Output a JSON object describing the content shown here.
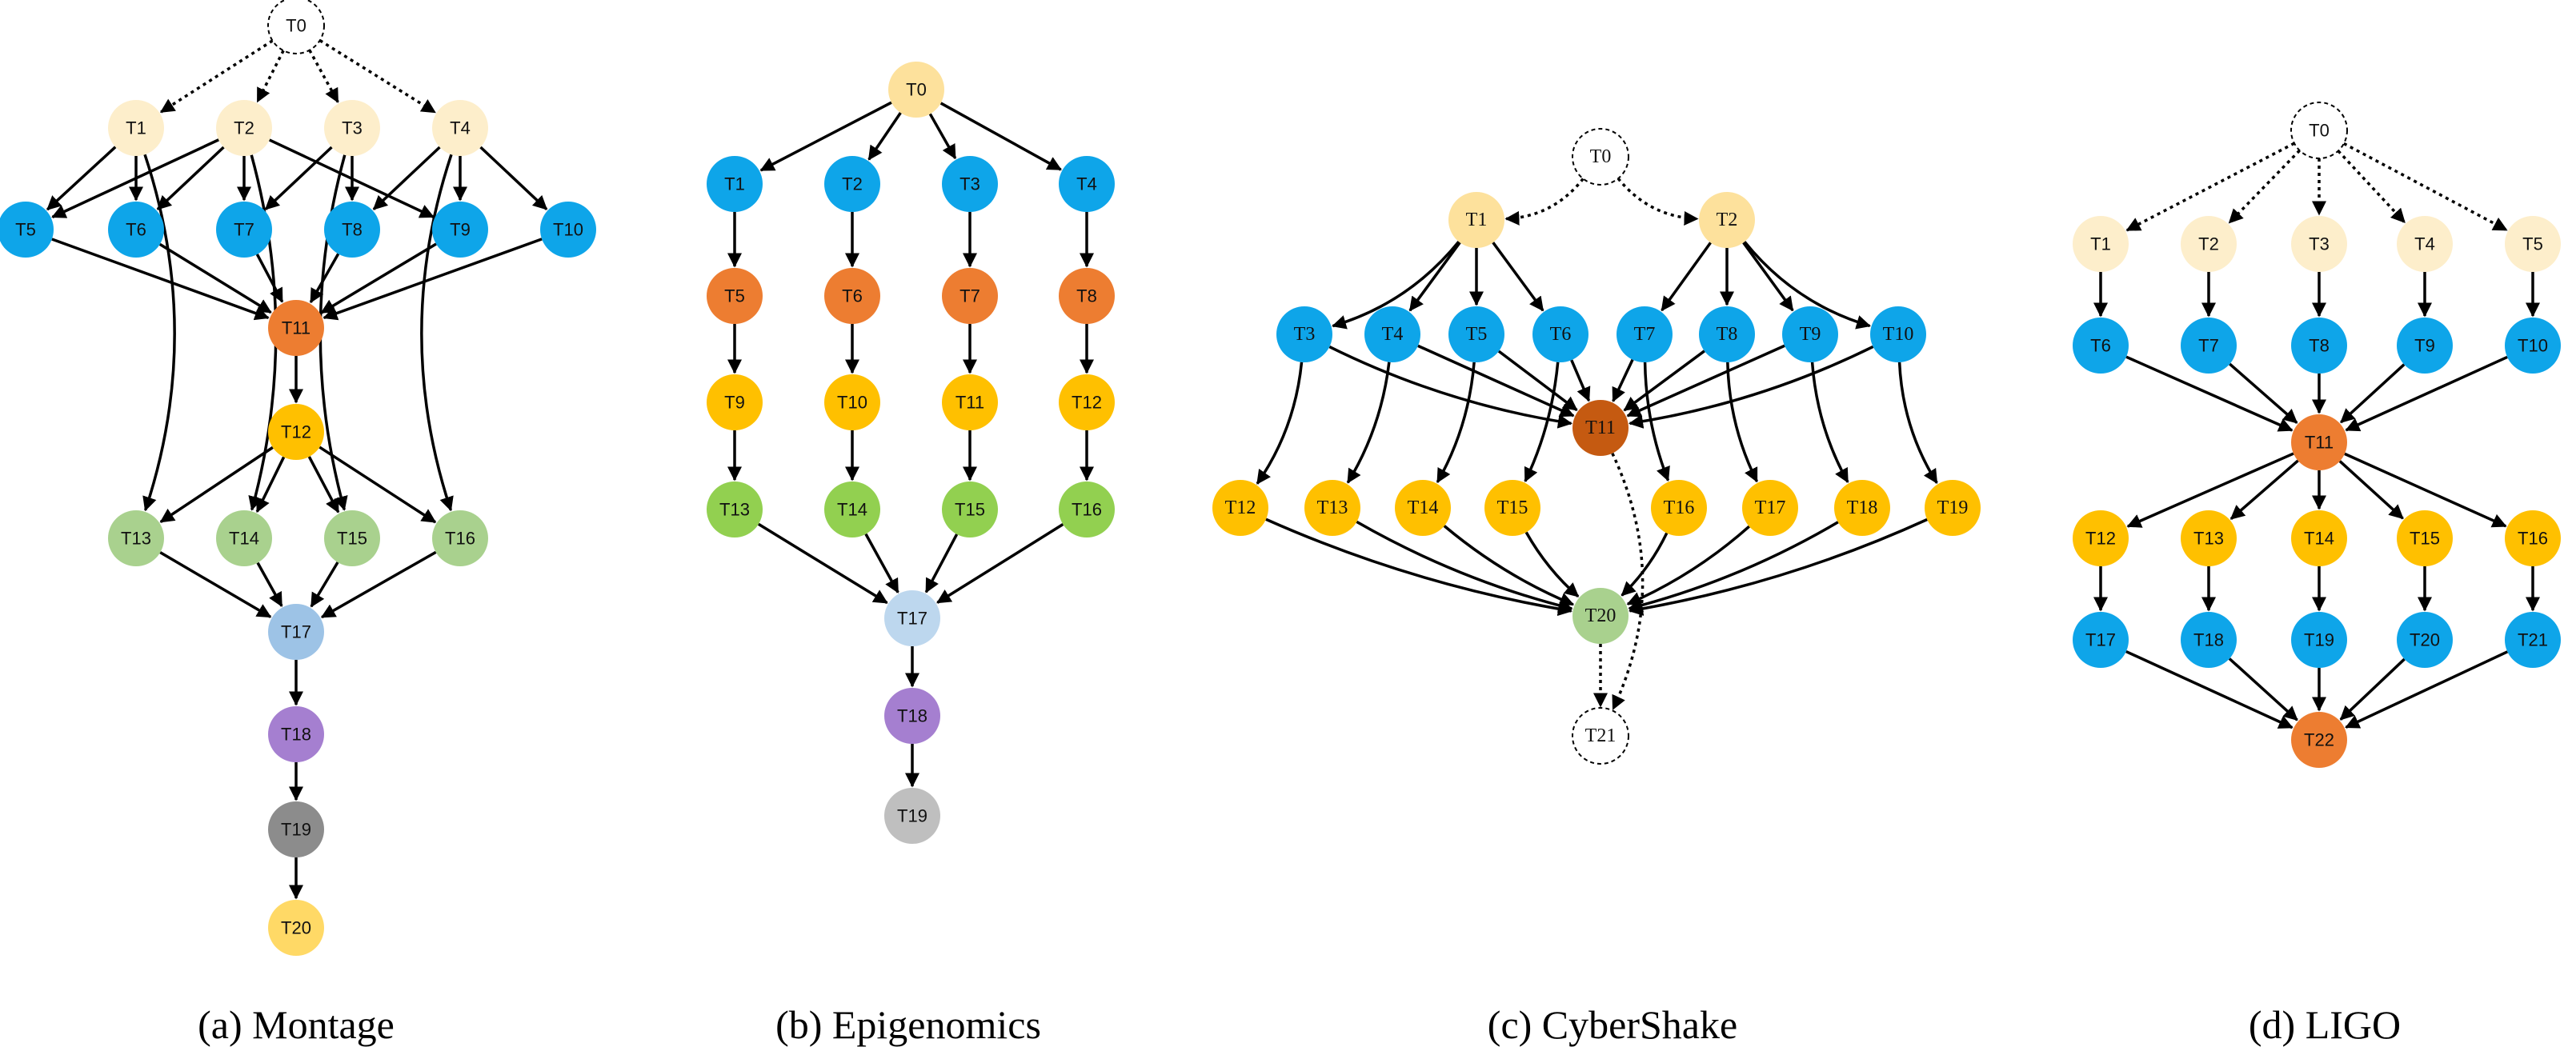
{
  "colors": {
    "pale_yellow": "#fdeecb",
    "light_yellow": "#fde19c",
    "blue": "#0ea5e9",
    "orange": "#ed7d31",
    "dark_orange": "#c55a11",
    "gold": "#ffc000",
    "green": "#92d050",
    "light_green": "#a9d18e",
    "steel_blue": "#9dc3e6",
    "light_blue": "#bdd7ee",
    "purple": "#a57fd0",
    "gray": "#8c8c8c",
    "light_gray": "#bfbfbf",
    "pale_gold": "#ffd966",
    "white": "#ffffff",
    "edge": "#000000"
  },
  "diagrams": [
    {
      "id": "montage",
      "caption": "(a) Montage",
      "label_font": "sans",
      "nodes": [
        {
          "id": "T0",
          "label": "T0",
          "color": "white",
          "dashed": true
        },
        {
          "id": "T1",
          "label": "T1",
          "color": "pale_yellow"
        },
        {
          "id": "T2",
          "label": "T2",
          "color": "pale_yellow"
        },
        {
          "id": "T3",
          "label": "T3",
          "color": "pale_yellow"
        },
        {
          "id": "T4",
          "label": "T4",
          "color": "pale_yellow"
        },
        {
          "id": "T5",
          "label": "T5",
          "color": "blue"
        },
        {
          "id": "T6",
          "label": "T6",
          "color": "blue"
        },
        {
          "id": "T7",
          "label": "T7",
          "color": "blue"
        },
        {
          "id": "T8",
          "label": "T8",
          "color": "blue"
        },
        {
          "id": "T9",
          "label": "T9",
          "color": "blue"
        },
        {
          "id": "T10",
          "label": "T10",
          "color": "blue"
        },
        {
          "id": "T11",
          "label": "T11",
          "color": "orange"
        },
        {
          "id": "T12",
          "label": "T12",
          "color": "gold"
        },
        {
          "id": "T13",
          "label": "T13",
          "color": "light_green"
        },
        {
          "id": "T14",
          "label": "T14",
          "color": "light_green"
        },
        {
          "id": "T15",
          "label": "T15",
          "color": "light_green"
        },
        {
          "id": "T16",
          "label": "T16",
          "color": "light_green"
        },
        {
          "id": "T17",
          "label": "T17",
          "color": "steel_blue"
        },
        {
          "id": "T18",
          "label": "T18",
          "color": "purple"
        },
        {
          "id": "T19",
          "label": "T19",
          "color": "gray"
        },
        {
          "id": "T20",
          "label": "T20",
          "color": "pale_gold"
        }
      ],
      "edges": [
        {
          "from": "T0",
          "to": "T1",
          "dashed": true
        },
        {
          "from": "T0",
          "to": "T2",
          "dashed": true
        },
        {
          "from": "T0",
          "to": "T3",
          "dashed": true
        },
        {
          "from": "T0",
          "to": "T4",
          "dashed": true
        },
        {
          "from": "T1",
          "to": "T5"
        },
        {
          "from": "T1",
          "to": "T6"
        },
        {
          "from": "T2",
          "to": "T5"
        },
        {
          "from": "T2",
          "to": "T6"
        },
        {
          "from": "T2",
          "to": "T7"
        },
        {
          "from": "T2",
          "to": "T9"
        },
        {
          "from": "T3",
          "to": "T7"
        },
        {
          "from": "T3",
          "to": "T8"
        },
        {
          "from": "T4",
          "to": "T8"
        },
        {
          "from": "T4",
          "to": "T9"
        },
        {
          "from": "T4",
          "to": "T10"
        },
        {
          "from": "T5",
          "to": "T11"
        },
        {
          "from": "T6",
          "to": "T11"
        },
        {
          "from": "T7",
          "to": "T11"
        },
        {
          "from": "T8",
          "to": "T11"
        },
        {
          "from": "T9",
          "to": "T11"
        },
        {
          "from": "T10",
          "to": "T11"
        },
        {
          "from": "T11",
          "to": "T12"
        },
        {
          "from": "T1",
          "to": "T13",
          "curved": true
        },
        {
          "from": "T2",
          "to": "T14",
          "curved": true
        },
        {
          "from": "T3",
          "to": "T15",
          "curved": true
        },
        {
          "from": "T4",
          "to": "T16",
          "curved": true
        },
        {
          "from": "T12",
          "to": "T13"
        },
        {
          "from": "T12",
          "to": "T14"
        },
        {
          "from": "T12",
          "to": "T15"
        },
        {
          "from": "T12",
          "to": "T16"
        },
        {
          "from": "T13",
          "to": "T17"
        },
        {
          "from": "T14",
          "to": "T17"
        },
        {
          "from": "T15",
          "to": "T17"
        },
        {
          "from": "T16",
          "to": "T17"
        },
        {
          "from": "T17",
          "to": "T18"
        },
        {
          "from": "T18",
          "to": "T19"
        },
        {
          "from": "T19",
          "to": "T20"
        }
      ]
    },
    {
      "id": "epigenomics",
      "caption": "(b) Epigenomics",
      "label_font": "sans",
      "nodes": [
        {
          "id": "T0",
          "label": "T0",
          "color": "light_yellow"
        },
        {
          "id": "T1",
          "label": "T1",
          "color": "blue"
        },
        {
          "id": "T2",
          "label": "T2",
          "color": "blue"
        },
        {
          "id": "T3",
          "label": "T3",
          "color": "blue"
        },
        {
          "id": "T4",
          "label": "T4",
          "color": "blue"
        },
        {
          "id": "T5",
          "label": "T5",
          "color": "orange"
        },
        {
          "id": "T6",
          "label": "T6",
          "color": "orange"
        },
        {
          "id": "T7",
          "label": "T7",
          "color": "orange"
        },
        {
          "id": "T8",
          "label": "T8",
          "color": "orange"
        },
        {
          "id": "T9",
          "label": "T9",
          "color": "gold"
        },
        {
          "id": "T10",
          "label": "T10",
          "color": "gold"
        },
        {
          "id": "T11",
          "label": "T11",
          "color": "gold"
        },
        {
          "id": "T12",
          "label": "T12",
          "color": "gold"
        },
        {
          "id": "T13",
          "label": "T13",
          "color": "green"
        },
        {
          "id": "T14",
          "label": "T14",
          "color": "green"
        },
        {
          "id": "T15",
          "label": "T15",
          "color": "green"
        },
        {
          "id": "T16",
          "label": "T16",
          "color": "green"
        },
        {
          "id": "T17",
          "label": "T17",
          "color": "light_blue"
        },
        {
          "id": "T18",
          "label": "T18",
          "color": "purple"
        },
        {
          "id": "T19",
          "label": "T19",
          "color": "light_gray"
        }
      ],
      "edges": [
        {
          "from": "T0",
          "to": "T1"
        },
        {
          "from": "T0",
          "to": "T2"
        },
        {
          "from": "T0",
          "to": "T3"
        },
        {
          "from": "T0",
          "to": "T4"
        },
        {
          "from": "T1",
          "to": "T5"
        },
        {
          "from": "T2",
          "to": "T6"
        },
        {
          "from": "T3",
          "to": "T7"
        },
        {
          "from": "T4",
          "to": "T8"
        },
        {
          "from": "T5",
          "to": "T9"
        },
        {
          "from": "T6",
          "to": "T10"
        },
        {
          "from": "T7",
          "to": "T11"
        },
        {
          "from": "T8",
          "to": "T12"
        },
        {
          "from": "T9",
          "to": "T13"
        },
        {
          "from": "T10",
          "to": "T14"
        },
        {
          "from": "T11",
          "to": "T15"
        },
        {
          "from": "T12",
          "to": "T16"
        },
        {
          "from": "T13",
          "to": "T17"
        },
        {
          "from": "T14",
          "to": "T17"
        },
        {
          "from": "T15",
          "to": "T17"
        },
        {
          "from": "T16",
          "to": "T17"
        },
        {
          "from": "T17",
          "to": "T18"
        },
        {
          "from": "T18",
          "to": "T19"
        }
      ]
    },
    {
      "id": "cybershake",
      "caption": "(c) CyberShake",
      "label_font": "serif",
      "nodes": [
        {
          "id": "T0",
          "label": "T0",
          "color": "white",
          "dashed": true
        },
        {
          "id": "T1",
          "label": "T1",
          "color": "light_yellow"
        },
        {
          "id": "T2",
          "label": "T2",
          "color": "light_yellow"
        },
        {
          "id": "T3",
          "label": "T3",
          "color": "blue"
        },
        {
          "id": "T4",
          "label": "T4",
          "color": "blue"
        },
        {
          "id": "T5",
          "label": "T5",
          "color": "blue"
        },
        {
          "id": "T6",
          "label": "T6",
          "color": "blue"
        },
        {
          "id": "T7",
          "label": "T7",
          "color": "blue"
        },
        {
          "id": "T8",
          "label": "T8",
          "color": "blue"
        },
        {
          "id": "T9",
          "label": "T9",
          "color": "blue"
        },
        {
          "id": "T10",
          "label": "T10",
          "color": "blue"
        },
        {
          "id": "T11",
          "label": "T11",
          "color": "dark_orange"
        },
        {
          "id": "T12",
          "label": "T12",
          "color": "gold"
        },
        {
          "id": "T13",
          "label": "T13",
          "color": "gold"
        },
        {
          "id": "T14",
          "label": "T14",
          "color": "gold"
        },
        {
          "id": "T15",
          "label": "T15",
          "color": "gold"
        },
        {
          "id": "T16",
          "label": "T16",
          "color": "gold"
        },
        {
          "id": "T17",
          "label": "T17",
          "color": "gold"
        },
        {
          "id": "T18",
          "label": "T18",
          "color": "gold"
        },
        {
          "id": "T19",
          "label": "T19",
          "color": "gold"
        },
        {
          "id": "T20",
          "label": "T20",
          "color": "light_green"
        },
        {
          "id": "T21",
          "label": "T21",
          "color": "white",
          "dashed": true
        }
      ],
      "edges": [
        {
          "from": "T0",
          "to": "T1",
          "dashed": true,
          "curved": true
        },
        {
          "from": "T0",
          "to": "T2",
          "dashed": true,
          "curved": true
        },
        {
          "from": "T1",
          "to": "T3",
          "curved": true
        },
        {
          "from": "T1",
          "to": "T4"
        },
        {
          "from": "T1",
          "to": "T5"
        },
        {
          "from": "T1",
          "to": "T6"
        },
        {
          "from": "T2",
          "to": "T7"
        },
        {
          "from": "T2",
          "to": "T8"
        },
        {
          "from": "T2",
          "to": "T9"
        },
        {
          "from": "T2",
          "to": "T10",
          "curved": true
        },
        {
          "from": "T3",
          "to": "T11",
          "curved": true
        },
        {
          "from": "T4",
          "to": "T11"
        },
        {
          "from": "T5",
          "to": "T11"
        },
        {
          "from": "T6",
          "to": "T11"
        },
        {
          "from": "T7",
          "to": "T11"
        },
        {
          "from": "T8",
          "to": "T11"
        },
        {
          "from": "T9",
          "to": "T11"
        },
        {
          "from": "T10",
          "to": "T11",
          "curved": true
        },
        {
          "from": "T3",
          "to": "T12",
          "curved": true
        },
        {
          "from": "T4",
          "to": "T13",
          "curved": true
        },
        {
          "from": "T5",
          "to": "T14",
          "curved": true
        },
        {
          "from": "T6",
          "to": "T15",
          "curved": true
        },
        {
          "from": "T7",
          "to": "T16",
          "curved": true
        },
        {
          "from": "T8",
          "to": "T17",
          "curved": true
        },
        {
          "from": "T9",
          "to": "T18",
          "curved": true
        },
        {
          "from": "T10",
          "to": "T19",
          "curved": true
        },
        {
          "from": "T12",
          "to": "T20",
          "curved": true
        },
        {
          "from": "T13",
          "to": "T20",
          "curved": true
        },
        {
          "from": "T14",
          "to": "T20",
          "curved": true
        },
        {
          "from": "T15",
          "to": "T20",
          "curved": true
        },
        {
          "from": "T16",
          "to": "T20",
          "curved": true
        },
        {
          "from": "T17",
          "to": "T20",
          "curved": true
        },
        {
          "from": "T18",
          "to": "T20",
          "curved": true
        },
        {
          "from": "T19",
          "to": "T20",
          "curved": true
        },
        {
          "from": "T20",
          "to": "T21",
          "dashed": true
        },
        {
          "from": "T11",
          "to": "T21",
          "dashed": true,
          "curved": true
        }
      ]
    },
    {
      "id": "ligo",
      "caption": "(d) LIGO",
      "label_font": "sans",
      "nodes": [
        {
          "id": "T0",
          "label": "T0",
          "color": "white",
          "dashed": true
        },
        {
          "id": "T1",
          "label": "T1",
          "color": "pale_yellow"
        },
        {
          "id": "T2",
          "label": "T2",
          "color": "pale_yellow"
        },
        {
          "id": "T3",
          "label": "T3",
          "color": "pale_yellow"
        },
        {
          "id": "T4",
          "label": "T4",
          "color": "pale_yellow"
        },
        {
          "id": "T5",
          "label": "T5",
          "color": "pale_yellow"
        },
        {
          "id": "T6",
          "label": "T6",
          "color": "blue"
        },
        {
          "id": "T7",
          "label": "T7",
          "color": "blue"
        },
        {
          "id": "T8",
          "label": "T8",
          "color": "blue"
        },
        {
          "id": "T9",
          "label": "T9",
          "color": "blue"
        },
        {
          "id": "T10",
          "label": "T10",
          "color": "blue"
        },
        {
          "id": "T11",
          "label": "T11",
          "color": "orange"
        },
        {
          "id": "T12",
          "label": "T12",
          "color": "gold"
        },
        {
          "id": "T13",
          "label": "T13",
          "color": "gold"
        },
        {
          "id": "T14",
          "label": "T14",
          "color": "gold"
        },
        {
          "id": "T15",
          "label": "T15",
          "color": "gold"
        },
        {
          "id": "T16",
          "label": "T16",
          "color": "gold"
        },
        {
          "id": "T17",
          "label": "T17",
          "color": "blue"
        },
        {
          "id": "T18",
          "label": "T18",
          "color": "blue"
        },
        {
          "id": "T19",
          "label": "T19",
          "color": "blue"
        },
        {
          "id": "T20",
          "label": "T20",
          "color": "blue"
        },
        {
          "id": "T21",
          "label": "T21",
          "color": "blue"
        },
        {
          "id": "T22",
          "label": "T22",
          "color": "orange"
        }
      ],
      "edges": [
        {
          "from": "T0",
          "to": "T1",
          "dashed": true
        },
        {
          "from": "T0",
          "to": "T2",
          "dashed": true
        },
        {
          "from": "T0",
          "to": "T3",
          "dashed": true
        },
        {
          "from": "T0",
          "to": "T4",
          "dashed": true
        },
        {
          "from": "T0",
          "to": "T5",
          "dashed": true
        },
        {
          "from": "T1",
          "to": "T6"
        },
        {
          "from": "T2",
          "to": "T7"
        },
        {
          "from": "T3",
          "to": "T8"
        },
        {
          "from": "T4",
          "to": "T9"
        },
        {
          "from": "T5",
          "to": "T10"
        },
        {
          "from": "T6",
          "to": "T11"
        },
        {
          "from": "T7",
          "to": "T11"
        },
        {
          "from": "T8",
          "to": "T11"
        },
        {
          "from": "T9",
          "to": "T11"
        },
        {
          "from": "T10",
          "to": "T11"
        },
        {
          "from": "T11",
          "to": "T12"
        },
        {
          "from": "T11",
          "to": "T13"
        },
        {
          "from": "T11",
          "to": "T14"
        },
        {
          "from": "T11",
          "to": "T15"
        },
        {
          "from": "T11",
          "to": "T16"
        },
        {
          "from": "T12",
          "to": "T17"
        },
        {
          "from": "T13",
          "to": "T18"
        },
        {
          "from": "T14",
          "to": "T19"
        },
        {
          "from": "T15",
          "to": "T20"
        },
        {
          "from": "T16",
          "to": "T21"
        },
        {
          "from": "T17",
          "to": "T22"
        },
        {
          "from": "T18",
          "to": "T22"
        },
        {
          "from": "T19",
          "to": "T22"
        },
        {
          "from": "T20",
          "to": "T22"
        },
        {
          "from": "T21",
          "to": "T22"
        }
      ]
    }
  ]
}
